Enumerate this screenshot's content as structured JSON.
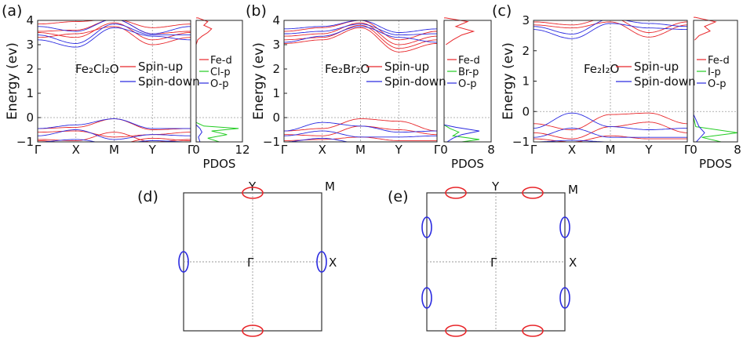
{
  "figure": {
    "panels": {
      "a": {
        "label": "(a)",
        "compound": "Fe₂Cl₂O"
      },
      "b": {
        "label": "(b)",
        "compound": "Fe₂Br₂O"
      },
      "c": {
        "label": "(c)",
        "compound": "Fe₂I₂O"
      },
      "d": {
        "label": "(d)"
      },
      "e": {
        "label": "(e)"
      }
    },
    "ylabel": "Energy (ev)",
    "pdos_label": "PDOS",
    "kpoints": [
      "Γ",
      "X",
      "M",
      "Y",
      "Γ"
    ],
    "spin_legend": [
      "Spin-up",
      "Spin-down"
    ],
    "bz_labels": {
      "gamma": "Γ",
      "x": "X",
      "y": "Y",
      "m": "M"
    },
    "colors": {
      "spin_up": "#e8262a",
      "spin_down": "#2a2ae0",
      "p_halogen": "#22cc22",
      "axis": "#222222",
      "grid": "#9a9a9a"
    }
  },
  "chart_data": [
    {
      "type": "line",
      "panel": "a",
      "title": "Fe₂Cl₂O",
      "xlabel": "",
      "ylabel": "Energy (ev)",
      "x_ticks": [
        "Γ",
        "X",
        "M",
        "Y",
        "Γ"
      ],
      "y_ticks": [
        "-1",
        "0",
        "1",
        "2",
        "3",
        "4"
      ],
      "ylim": [
        -1,
        4
      ],
      "legend": [
        "Spin-up",
        "Spin-down"
      ]
    },
    {
      "type": "area",
      "panel": "a",
      "xlabel": "PDOS",
      "x_ticks": [
        "0",
        "12"
      ],
      "xlim": [
        0,
        12
      ],
      "legend": [
        "Fe-d",
        "Cl-p",
        "O-p"
      ]
    },
    {
      "type": "line",
      "panel": "b",
      "title": "Fe₂Br₂O",
      "xlabel": "",
      "ylabel": "Energy (ev)",
      "x_ticks": [
        "Γ",
        "X",
        "M",
        "Y",
        "Γ"
      ],
      "y_ticks": [
        "-1",
        "0",
        "1",
        "2",
        "3",
        "4"
      ],
      "ylim": [
        -1,
        4
      ],
      "legend": [
        "Spin-up",
        "Spin-down"
      ]
    },
    {
      "type": "area",
      "panel": "b",
      "xlabel": "PDOS",
      "x_ticks": [
        "0",
        "8"
      ],
      "xlim": [
        0,
        8
      ],
      "legend": [
        "Fe-d",
        "Br-p",
        "O-p"
      ]
    },
    {
      "type": "line",
      "panel": "c",
      "title": "Fe₂I₂O",
      "xlabel": "",
      "ylabel": "Energy (ev)",
      "x_ticks": [
        "Γ",
        "X",
        "M",
        "Y",
        "Γ"
      ],
      "y_ticks": [
        "-1",
        "0",
        "1",
        "2",
        "3"
      ],
      "ylim": [
        -1,
        3
      ],
      "legend": [
        "Spin-up",
        "Spin-down"
      ]
    },
    {
      "type": "area",
      "panel": "c",
      "xlabel": "PDOS",
      "x_ticks": [
        "0",
        "8"
      ],
      "xlim": [
        0,
        8
      ],
      "legend": [
        "Fe-d",
        "I-p",
        "O-p"
      ]
    }
  ]
}
